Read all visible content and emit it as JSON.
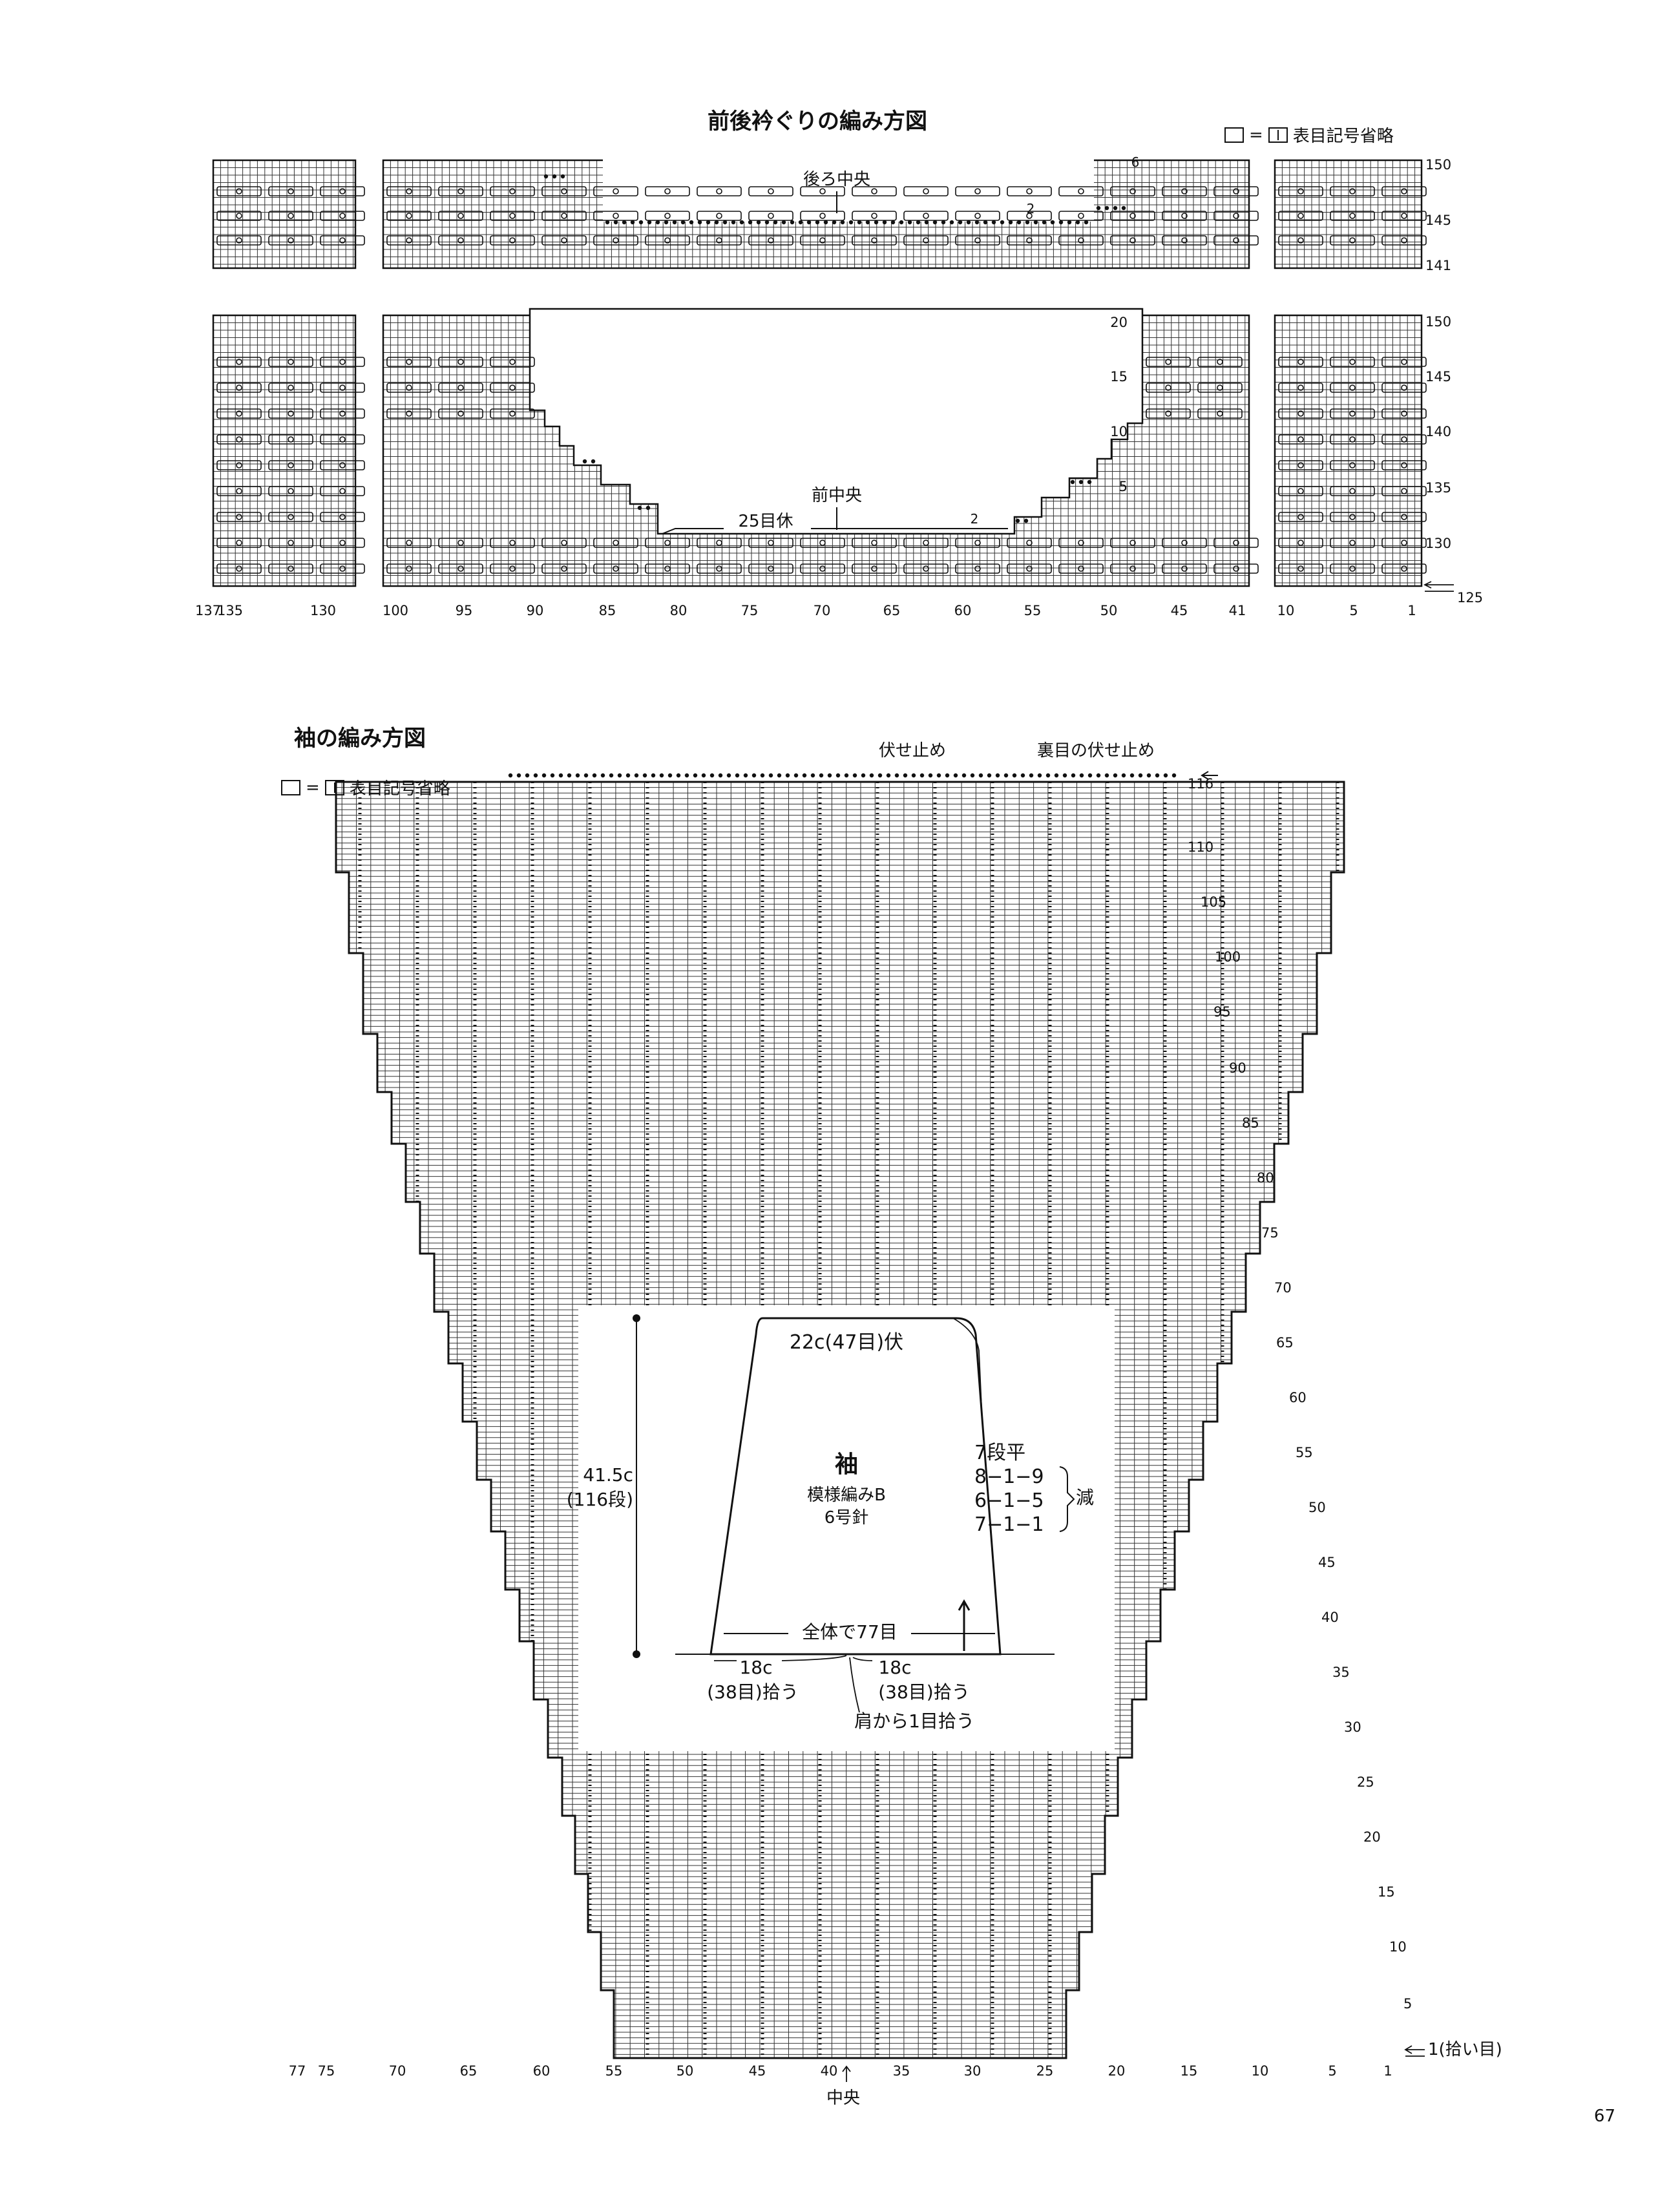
{
  "neckline": {
    "title": "前後衿ぐりの編み方図",
    "legend_text": "表目記号省略",
    "back": {
      "center_label": "後ろ中央",
      "row_labels": [
        "150",
        "145",
        "141"
      ],
      "side_marks": [
        "6",
        "2"
      ]
    },
    "front": {
      "center_label": "前中央",
      "rest_label": "25目休",
      "row_labels": [
        "150",
        "145",
        "140",
        "135",
        "130",
        "125"
      ],
      "side_marks": [
        "20",
        "15",
        "10",
        "5",
        "2"
      ],
      "col_labels": [
        "137",
        "135",
        "130",
        "100",
        "95",
        "90",
        "85",
        "80",
        "75",
        "70",
        "65",
        "60",
        "55",
        "50",
        "45",
        "41",
        "10",
        "5",
        "1"
      ]
    }
  },
  "sleeve": {
    "title": "袖の編み方図",
    "legend_text": "表目記号省略",
    "bind_off_label": "伏せ止め",
    "purl_bind_off_label": "裏目の伏せ止め",
    "row_labels": [
      "116",
      "110",
      "105",
      "100",
      "95",
      "90",
      "85",
      "80",
      "75",
      "70",
      "65",
      "60",
      "55",
      "50",
      "45",
      "40",
      "35",
      "30",
      "25",
      "20",
      "15",
      "10",
      "5"
    ],
    "pickup_label": "1(拾い目)",
    "col_labels": [
      "77",
      "75",
      "70",
      "65",
      "60",
      "55",
      "50",
      "45",
      "40",
      "35",
      "30",
      "25",
      "20",
      "15",
      "10",
      "5",
      "1"
    ],
    "center_label": "中央"
  },
  "schematic": {
    "top_width": "22c(47目)伏",
    "piece_name": "袖",
    "pattern": "模様編みB",
    "needle": "6号針",
    "height_cm": "41.5c",
    "height_rows": "(116段)",
    "decrease_rule": [
      "7段平",
      "8−1−9",
      "6−1−5",
      "7−1−1"
    ],
    "decrease_label": "減",
    "total_stitches": "全体で77目",
    "left_pickup_cm": "18c",
    "left_pickup_sts": "(38目)拾う",
    "right_pickup_cm": "18c",
    "right_pickup_sts": "(38目)拾う",
    "shoulder_pickup": "肩から1目拾う"
  },
  "page_number": "67"
}
